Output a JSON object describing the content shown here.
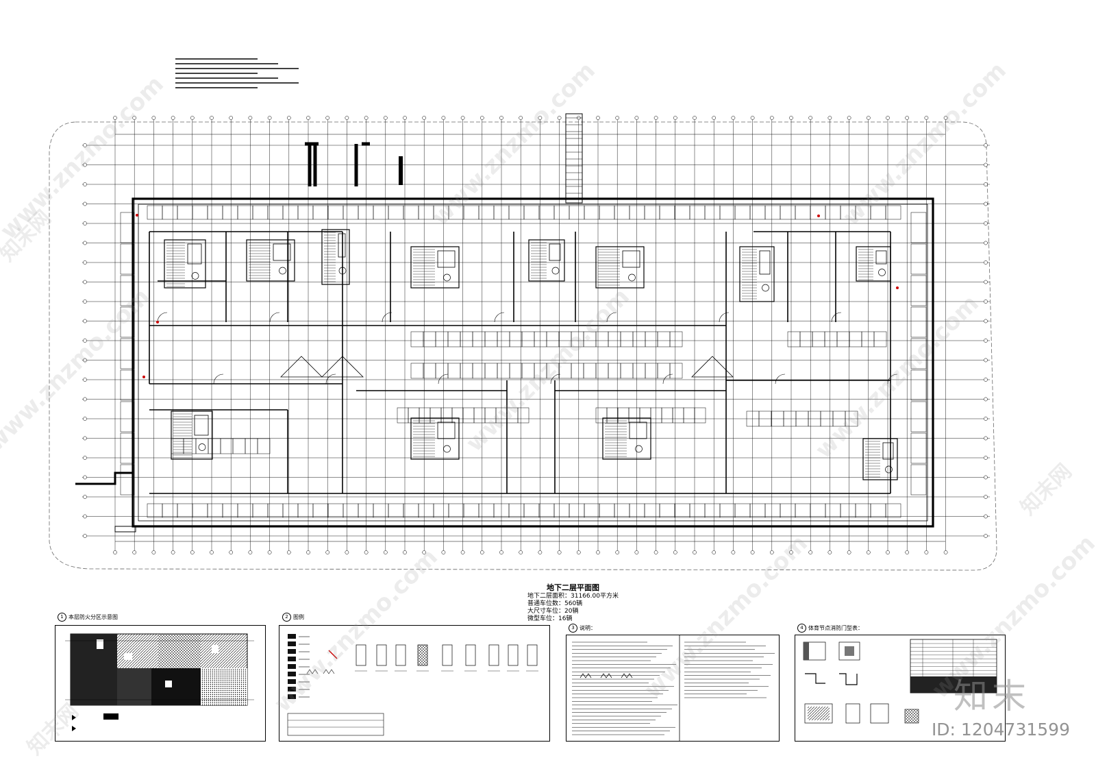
{
  "plan": {
    "title": "地下二层平面图",
    "notes": [
      "地下二层面积：31166.00平方米",
      "普通车位数：560辆",
      "大尺寸车位：20辆",
      "微型车位：16辆"
    ]
  },
  "panels": [
    {
      "num": "1",
      "title": "本层防火分区示意图"
    },
    {
      "num": "2",
      "title": "图例"
    },
    {
      "num": "3",
      "title": "说明："
    },
    {
      "num": "4",
      "title": "体育节点消防门型表："
    }
  ],
  "watermark": {
    "brand": "知末",
    "site": "www.znzmo.com",
    "site_cn": "知末网"
  },
  "image_id": "ID: 1204731599",
  "colors": {
    "line": "#000000",
    "background": "#ffffff",
    "accent": "#cc0000"
  }
}
